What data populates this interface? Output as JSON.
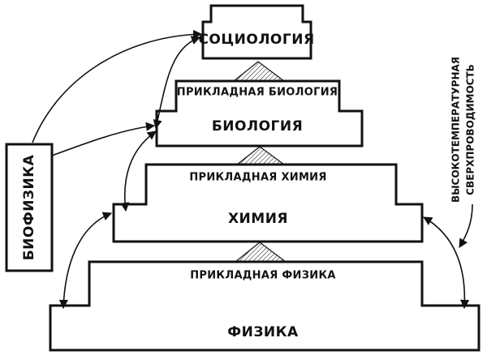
{
  "diagram": {
    "levels": {
      "sociology": "СОЦИОЛОГИЯ",
      "applied_biology": "ПРИКЛАДНАЯ БИОЛОГИЯ",
      "biology": "БИОЛОГИЯ",
      "applied_chemistry": "ПРИКЛАДНАЯ ХИМИЯ",
      "chemistry": "ХИМИЯ",
      "applied_physics": "ПРИКЛАДНАЯ ФИЗИКА",
      "physics": "ФИЗИКА"
    },
    "side_left": "БИОФИЗИКА",
    "side_right_line1": "ВЫСОКОТЕМПЕРАТУРНАЯ",
    "side_right_line2": "СВЕРХПРОВОДИМОСТЬ",
    "colors": {
      "ink": "#111111",
      "background": "#ffffff"
    }
  }
}
